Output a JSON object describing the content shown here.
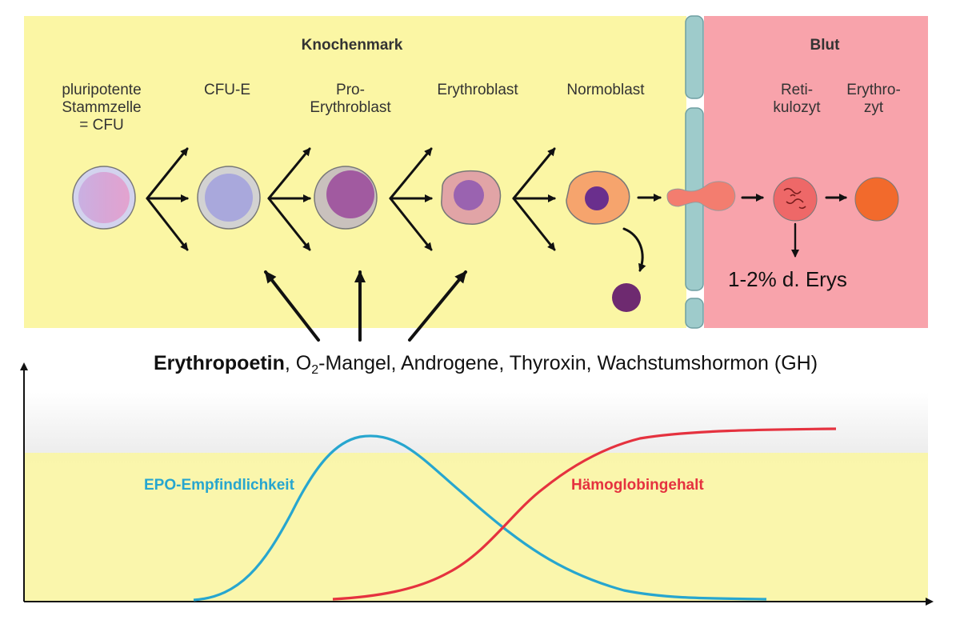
{
  "regions": {
    "bone_marrow": "Knochenmark",
    "blood": "Blut"
  },
  "stages": [
    {
      "lines": [
        "pluripotente",
        "Stammzelle",
        "= CFU"
      ]
    },
    {
      "lines": [
        "CFU-E"
      ]
    },
    {
      "lines": [
        "Pro-",
        "Erythroblast"
      ]
    },
    {
      "lines": [
        "Erythroblast"
      ]
    },
    {
      "lines": [
        "Normoblast"
      ]
    },
    {
      "lines": [
        "Reti-",
        "kulozyt"
      ]
    },
    {
      "lines": [
        "Erythro-",
        "zyt"
      ]
    }
  ],
  "reticulocyte_note": "1-2% d. Erys",
  "factors": {
    "bold": "Erythropoetin",
    "rest_before_sub": ", O",
    "sub": "2",
    "rest_after_sub": "-Mangel, Androgene, Thyroxin, Wachstumshormon (GH)"
  },
  "curves": {
    "epo_label": "EPO-Empfindlichkeit",
    "hb_label": "Hämoglobingehalt"
  },
  "colors": {
    "marrow_bg": "#fbf6a4",
    "blood_bg": "#f8a3ab",
    "vessel_wall": "#9ecbcb",
    "epo": "#27a6cf",
    "hb": "#e5323f"
  }
}
